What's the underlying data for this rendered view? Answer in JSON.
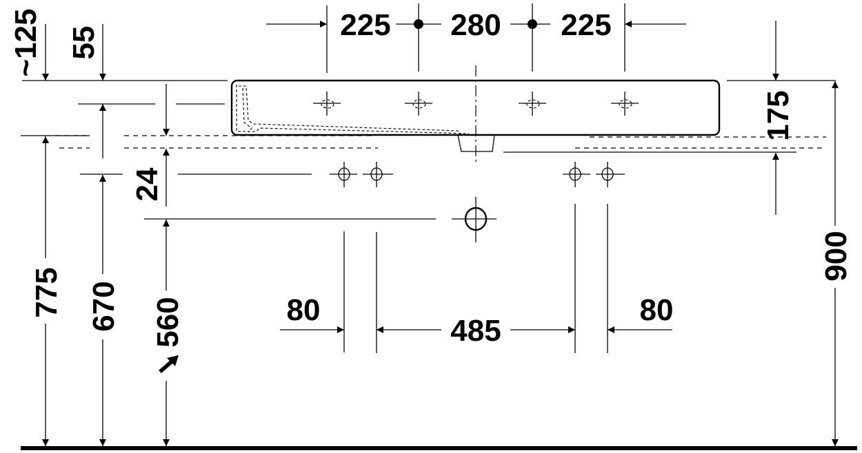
{
  "drawing": {
    "type": "technical dimension drawing",
    "subject": "washbasin front elevation",
    "units": "mm",
    "colors": {
      "line": "#000000",
      "background": "#ffffff"
    }
  },
  "dimensions": {
    "top_left_offset": "~125",
    "top_thickness": "55",
    "tap_hole_left_edge": "225",
    "tap_hole_center": "280",
    "tap_hole_right_edge": "225",
    "basin_height": "175",
    "supply_offset": "24",
    "left_height_rim": "775",
    "left_height_supply": "670",
    "waste_height": "560",
    "total_height": "900",
    "left_supply_spacing": "80",
    "supply_center_spacing": "485",
    "right_supply_spacing": "80"
  }
}
